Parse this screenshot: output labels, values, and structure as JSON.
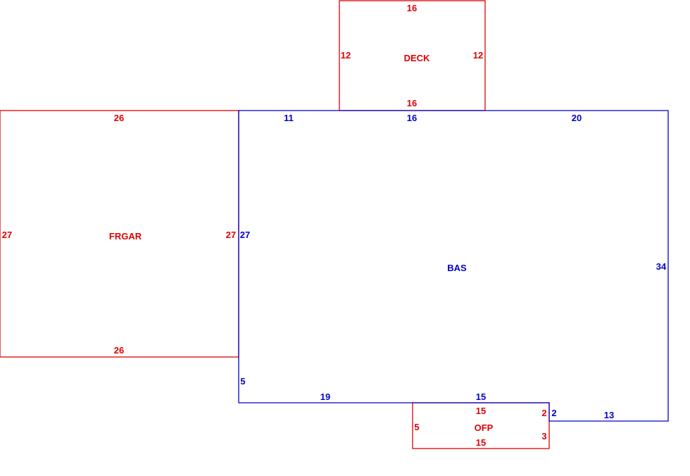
{
  "colors": {
    "red": "#e00000",
    "blue": "#0000cc"
  },
  "areas": {
    "deck": {
      "name": "DECK",
      "dims": {
        "top": "16",
        "bottom": "16",
        "left": "12",
        "right": "12"
      }
    },
    "frgar": {
      "name": "FRGAR",
      "dims": {
        "top": "26",
        "bottom": "26",
        "left": "27",
        "right": "27"
      }
    },
    "bas": {
      "name": "BAS",
      "dims": {
        "top_left": "11",
        "top_mid": "16",
        "top_right": "20",
        "left": "27",
        "left_lower": "5",
        "right": "34",
        "bottom_left": "19",
        "bottom_mid": "15",
        "step": "2",
        "bottom_right": "13"
      }
    },
    "ofp": {
      "name": "OFP",
      "dims": {
        "top": "15",
        "bottom": "15",
        "left": "5",
        "right_upper": "2",
        "right_lower": "3"
      }
    }
  }
}
